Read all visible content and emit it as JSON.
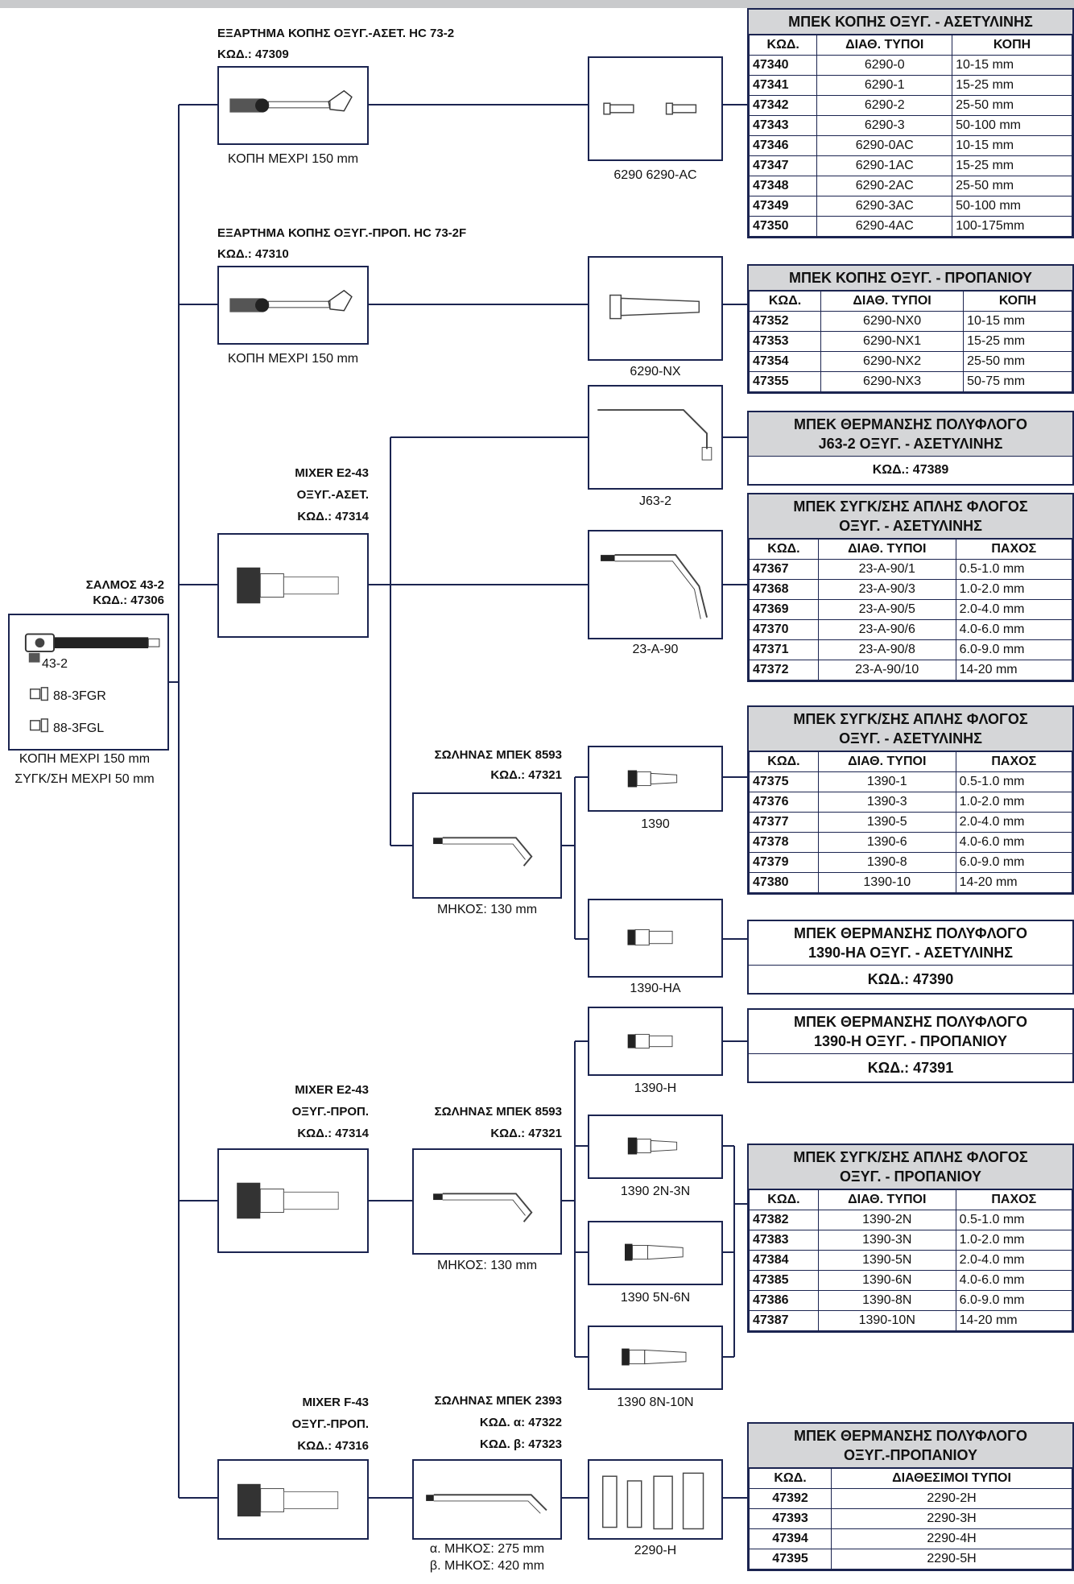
{
  "torch": {
    "title": "ΣΑΛΜΟΣ 43-2",
    "code": "ΚΩΔ.: 47306",
    "items": [
      "43-2",
      "88-3FGR",
      "88-3FGL"
    ],
    "note1": "ΚΟΠΗ ΜΕΧΡΙ 150 mm",
    "note2": "ΣΥΓΚ/ΣΗ ΜΕΧΡΙ 50 mm"
  },
  "hc73_2": {
    "title": "ΕΞΑΡΤΗΜΑ ΚΟΠΗΣ ΟΞΥΓ.-ΑΣΕΤ. HC 73-2",
    "code": "ΚΩΔ.: 47309",
    "caption": "ΚΟΠΗ ΜΕΧΡΙ 150 mm",
    "nozzle_caption": "6290  6290-AC"
  },
  "hc73_2f": {
    "title": "ΕΞΑΡΤΗΜΑ ΚΟΠΗΣ ΟΞΥΓ.-ΠΡΟΠ. HC 73-2F",
    "code": "ΚΩΔ.: 47310",
    "caption": "ΚΟΠΗ ΜΕΧΡΙ 150 mm",
    "nozzle_caption": "6290-NX"
  },
  "mixer1": {
    "l1": "MIXER E2-43",
    "l2": "ΟΞΥΓ.-ΑΣΕΤ.",
    "l3": "ΚΩΔ.: 47314"
  },
  "mixer2": {
    "l1": "MIXER E2-43",
    "l2": "ΟΞΥΓ.-ΠΡΟΠ.",
    "l3": "ΚΩΔ.: 47314"
  },
  "mixer3": {
    "l1": "MIXER F-43",
    "l2": "ΟΞΥΓ.-ΠΡΟΠ.",
    "l3": "ΚΩΔ.: 47316"
  },
  "hose1": {
    "l1": "ΣΩΛΗΝΑΣ ΜΠΕΚ 8593",
    "l2": "ΚΩΔ.: 47321",
    "caption": "ΜΗΚΟΣ: 130 mm"
  },
  "hose2": {
    "l1": "ΣΩΛΗΝΑΣ ΜΠΕΚ 8593",
    "l2": "ΚΩΔ.: 47321",
    "caption": "ΜΗΚΟΣ: 130 mm"
  },
  "hose3": {
    "l1": "ΣΩΛΗΝΑΣ ΜΠΕΚ 2393",
    "l2": "ΚΩΔ. α: 47322",
    "l3": "ΚΩΔ. β: 47323",
    "caption1": "α. ΜΗΚΟΣ: 275 mm",
    "caption2": "β. ΜΗΚΟΣ: 420 mm"
  },
  "nozzles": {
    "j63": "J63-2",
    "a90": "23-A-90",
    "n1390": "1390",
    "n1390ha": "1390-HA",
    "n1390h": "1390-H",
    "n1390_2n": "1390 2N-3N",
    "n1390_5n": "1390 5N-6N",
    "n1390_8n": "1390 8N-10N",
    "n2290": "2290-H"
  },
  "t1": {
    "title": "ΜΠΕΚ ΚΟΠΗΣ ΟΞΥΓ. - ΑΣΕΤΥΛΙΝΗΣ",
    "headers": [
      "ΚΩΔ.",
      "ΔΙΑΘ. ΤΥΠΟΙ",
      "ΚΟΠΗ"
    ],
    "rows": [
      [
        "47340",
        "6290-0",
        "10-15 mm"
      ],
      [
        "47341",
        "6290-1",
        "15-25 mm"
      ],
      [
        "47342",
        "6290-2",
        "25-50 mm"
      ],
      [
        "47343",
        "6290-3",
        "50-100 mm"
      ],
      [
        "47346",
        "6290-0AC",
        "10-15 mm"
      ],
      [
        "47347",
        "6290-1AC",
        "15-25 mm"
      ],
      [
        "47348",
        "6290-2AC",
        "25-50 mm"
      ],
      [
        "47349",
        "6290-3AC",
        "50-100 mm"
      ],
      [
        "47350",
        "6290-4AC",
        "100-175mm"
      ]
    ]
  },
  "t2": {
    "title": "ΜΠΕΚ ΚΟΠΗΣ ΟΞΥΓ. - ΠΡΟΠΑΝΙΟΥ",
    "headers": [
      "ΚΩΔ.",
      "ΔΙΑΘ. ΤΥΠΟΙ",
      "ΚΟΠΗ"
    ],
    "rows": [
      [
        "47352",
        "6290-NX0",
        "10-15 mm"
      ],
      [
        "47353",
        "6290-NX1",
        "15-25 mm"
      ],
      [
        "47354",
        "6290-NX2",
        "25-50 mm"
      ],
      [
        "47355",
        "6290-NX3",
        "50-75 mm"
      ]
    ]
  },
  "t3": {
    "title1": "ΜΠΕΚ ΘΕΡΜΑΝΣΗΣ ΠΟΛΥΦΛΟΓΟ",
    "title2": "J63-2 ΟΞΥΓ. - ΑΣΕΤΥΛΙΝΗΣ",
    "code": "ΚΩΔ.: 47389"
  },
  "t4": {
    "title1": "ΜΠΕΚ ΣΥΓΚ/ΣΗΣ ΑΠΛΗΣ ΦΛΟΓΟΣ",
    "title2": "ΟΞΥΓ. - ΑΣΕΤΥΛΙΝΗΣ",
    "headers": [
      "ΚΩΔ.",
      "ΔΙΑΘ. ΤΥΠΟΙ",
      "ΠΑΧΟΣ"
    ],
    "rows": [
      [
        "47367",
        "23-A-90/1",
        "0.5-1.0 mm"
      ],
      [
        "47368",
        "23-A-90/3",
        "1.0-2.0 mm"
      ],
      [
        "47369",
        "23-A-90/5",
        "2.0-4.0 mm"
      ],
      [
        "47370",
        "23-A-90/6",
        "4.0-6.0 mm"
      ],
      [
        "47371",
        "23-A-90/8",
        "6.0-9.0 mm"
      ],
      [
        "47372",
        "23-A-90/10",
        "14-20 mm"
      ]
    ]
  },
  "t5": {
    "title1": "ΜΠΕΚ ΣΥΓΚ/ΣΗΣ ΑΠΛΗΣ ΦΛΟΓΟΣ",
    "title2": "ΟΞΥΓ. - ΑΣΕΤΥΛΙΝΗΣ",
    "headers": [
      "ΚΩΔ.",
      "ΔΙΑΘ. ΤΥΠΟΙ",
      "ΠΑΧΟΣ"
    ],
    "rows": [
      [
        "47375",
        "1390-1",
        "0.5-1.0 mm"
      ],
      [
        "47376",
        "1390-3",
        "1.0-2.0 mm"
      ],
      [
        "47377",
        "1390-5",
        "2.0-4.0 mm"
      ],
      [
        "47378",
        "1390-6",
        "4.0-6.0 mm"
      ],
      [
        "47379",
        "1390-8",
        "6.0-9.0 mm"
      ],
      [
        "47380",
        "1390-10",
        "14-20 mm"
      ]
    ]
  },
  "t6": {
    "title1": "ΜΠΕΚ ΘΕΡΜΑΝΣΗΣ ΠΟΛΥΦΛΟΓΟ",
    "title2": "1390-HA ΟΞΥΓ. - ΑΣΕΤΥΛΙΝΗΣ",
    "code": "ΚΩΔ.: 47390"
  },
  "t7": {
    "title1": "ΜΠΕΚ ΘΕΡΜΑΝΣΗΣ ΠΟΛΥΦΛΟΓΟ",
    "title2": "1390-H ΟΞΥΓ. - ΠΡΟΠΑΝΙΟΥ",
    "code": "ΚΩΔ.: 47391"
  },
  "t8": {
    "title1": "ΜΠΕΚ ΣΥΓΚ/ΣΗΣ ΑΠΛΗΣ ΦΛΟΓΟΣ",
    "title2": "ΟΞΥΓ. - ΠΡΟΠΑΝΙΟΥ",
    "headers": [
      "ΚΩΔ.",
      "ΔΙΑΘ. ΤΥΠΟΙ",
      "ΠΑΧΟΣ"
    ],
    "rows": [
      [
        "47382",
        "1390-2N",
        "0.5-1.0 mm"
      ],
      [
        "47383",
        "1390-3N",
        "1.0-2.0 mm"
      ],
      [
        "47384",
        "1390-5N",
        "2.0-4.0 mm"
      ],
      [
        "47385",
        "1390-6N",
        "4.0-6.0 mm"
      ],
      [
        "47386",
        "1390-8N",
        "6.0-9.0 mm"
      ],
      [
        "47387",
        "1390-10N",
        "14-20 mm"
      ]
    ]
  },
  "t9": {
    "title1": "ΜΠΕΚ ΘΕΡΜΑΝΣΗΣ ΠΟΛΥΦΛΟΓΟ",
    "title2": "ΟΞΥΓ.-ΠΡΟΠΑΝΙΟΥ",
    "headers": [
      "ΚΩΔ.",
      "ΔΙΑΘΕΣΙΜΟΙ ΤΥΠΟΙ"
    ],
    "rows": [
      [
        "47392",
        "2290-2H"
      ],
      [
        "47393",
        "2290-3H"
      ],
      [
        "47394",
        "2290-4H"
      ],
      [
        "47395",
        "2290-5H"
      ]
    ]
  }
}
